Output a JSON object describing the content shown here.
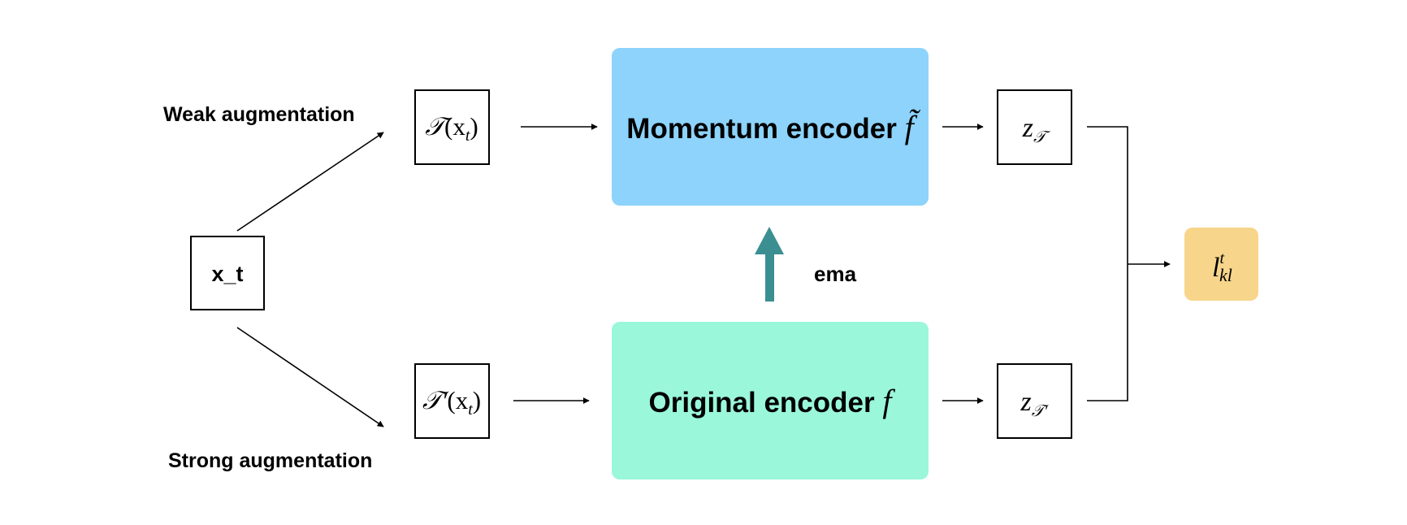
{
  "labels": {
    "weak_augmentation": "Weak augmentation",
    "strong_augmentation": "Strong augmentation",
    "ema": "ema"
  },
  "nodes": {
    "input": {
      "text": "x_t"
    },
    "weak_view": {
      "script": "𝒯",
      "arg": "(x",
      "sub": "t",
      "close": ")"
    },
    "strong_view": {
      "script": "𝒯′",
      "arg": "(x",
      "sub": "t",
      "close": ")"
    },
    "momentum_encoder": {
      "text": "Momentum encoder",
      "symbol": "f̃"
    },
    "original_encoder": {
      "text": "Original encoder",
      "symbol": "f"
    },
    "z_weak": {
      "base": "z",
      "sub": "𝒯"
    },
    "z_strong": {
      "base": "z",
      "sub": "𝒯′"
    },
    "loss": {
      "base": "l",
      "sup": "t",
      "sub": "kl"
    }
  },
  "colors": {
    "momentum_encoder": "#8dd3fb",
    "original_encoder": "#9af7da",
    "loss": "#f7d58a",
    "ema_arrow": "#3b8f91",
    "line": "#000000"
  }
}
